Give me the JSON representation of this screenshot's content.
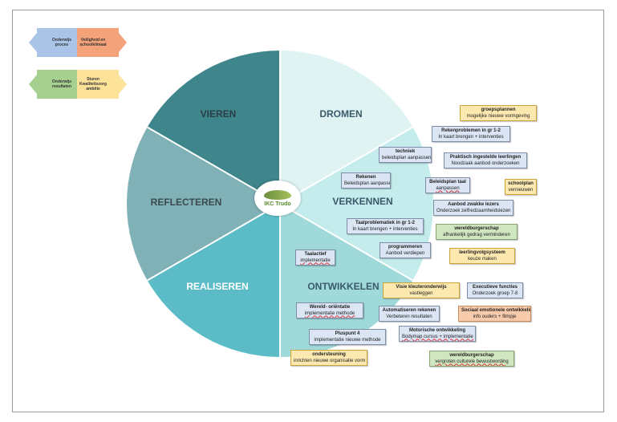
{
  "legend": {
    "items": [
      {
        "label": "Onderwijs proces",
        "color": "#a9c4e6"
      },
      {
        "label": "Veiligheid en schoolklimaat",
        "color": "#f4a27a"
      },
      {
        "label": "Onderwijs resultaten",
        "color": "#a6d08f"
      },
      {
        "label": "Sturen Kwaliteitszorg ambitie",
        "color": "#fde39a"
      }
    ]
  },
  "wheel": {
    "segments": [
      {
        "label": "DROMEN",
        "color": "#dff3f3"
      },
      {
        "label": "VERKENNEN",
        "color": "#c5ecec"
      },
      {
        "label": "ONTWIKKELEN",
        "color": "#9fd9d9"
      },
      {
        "label": "REALISEREN",
        "color": "#5bbcc8"
      },
      {
        "label": "REFLECTEREN",
        "color": "#7fb1b6"
      },
      {
        "label": "VIEREN",
        "color": "#3e858c"
      }
    ],
    "center_logo": "IKC Trudo"
  },
  "cards": {
    "groepsplannen": {
      "title": "groepsplannen",
      "sub": "mogelijke nieuwe vormgeving"
    },
    "rekenproblemen": {
      "title": "Rekenproblemen in gr 1-2",
      "sub": "In kaart brengen + interventies"
    },
    "techniek": {
      "title": "techniek",
      "sub": "beleidsplan aanpassen"
    },
    "praktisch": {
      "title": "Praktisch ingestelde leerlingen",
      "sub": "Noodzaak aanbod onderzoeken"
    },
    "rekenen": {
      "title": "Rekenen",
      "sub": "Beleidsplan aanpassen"
    },
    "beleidsplan_taal": {
      "title": "Beleidsplan taal",
      "sub": "aanpassen"
    },
    "schoolplan": {
      "title": "schoolplan",
      "sub": "vernieuwen"
    },
    "aanbod_zwakke": {
      "title": "Aanbod zwakke lezers",
      "sub": "Onderzoek zelfredzaamheidslezen"
    },
    "taalproblematiek": {
      "title": "Taalproblematiek in gr 1-2",
      "sub": "In kaart brengen + interventies"
    },
    "wereldburgerschap1": {
      "title": "wereldburgerschap",
      "sub": "afhankelijk gedrag verminderen"
    },
    "programmeren": {
      "title": "programmeren",
      "sub": "Aanbod verdiepen"
    },
    "leerlingvolg": {
      "title": "leerlingvolgsysteem",
      "sub": "keuze maken"
    },
    "taalactief": {
      "title": "Taalactief",
      "sub": "implementatie"
    },
    "visie_kleuter": {
      "title": "Visie kleuteronderwijs",
      "sub": "vastleggen"
    },
    "executieve": {
      "title": "Executieve functies",
      "sub": "Onderzoek groep 7-8"
    },
    "wereld_orientatie": {
      "title": "Wereld- oriëntatie",
      "sub": "implementatie methode"
    },
    "automatiseren": {
      "title": "Automatiseren rekenen",
      "sub": "Verbeteren resultaten"
    },
    "sociaal": {
      "title": "Sociaal emotionele ontwikkeling",
      "sub": "info ouders + filmpje"
    },
    "pluspunt": {
      "title": "Pluspunt 4",
      "sub": "implementatie nieuwe methode"
    },
    "motorische": {
      "title": "Motorische ontwikkeling",
      "sub": "Bodymap cursus + implementatie"
    },
    "ondersteuning": {
      "title": "ondersteuning",
      "sub": "inrichten nieuwe organisatie vorm"
    },
    "wereldburgerschap2": {
      "title": "wereldburgerschap",
      "sub": "vergroten culturele bewustwording"
    }
  }
}
